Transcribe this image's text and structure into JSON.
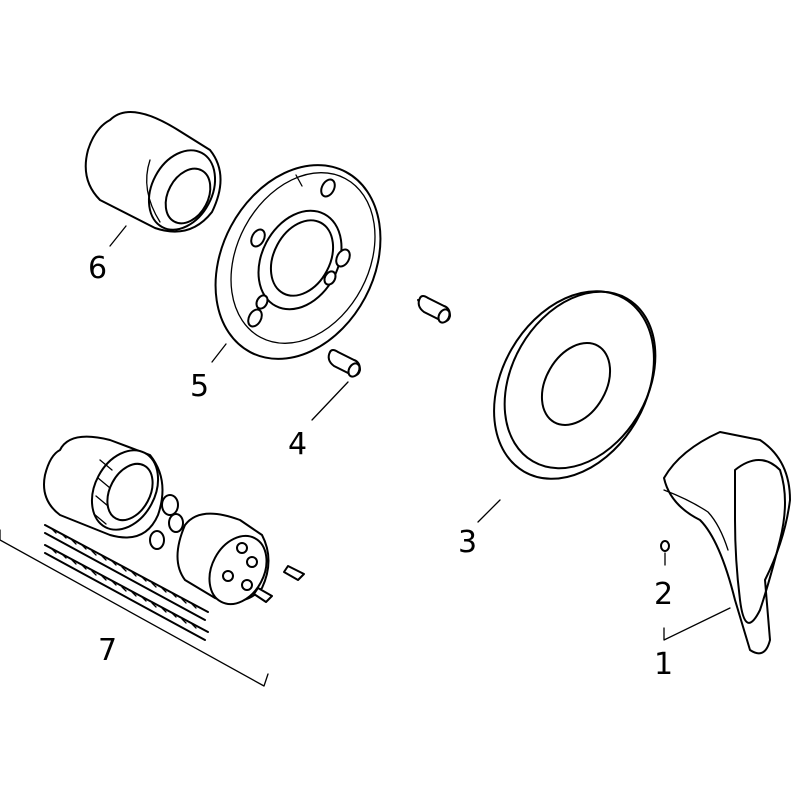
{
  "diagram": {
    "labels": {
      "p1": "1",
      "p2": "2",
      "p3": "3",
      "p4": "4",
      "p5": "5",
      "p6": "6",
      "p7": "7"
    }
  }
}
